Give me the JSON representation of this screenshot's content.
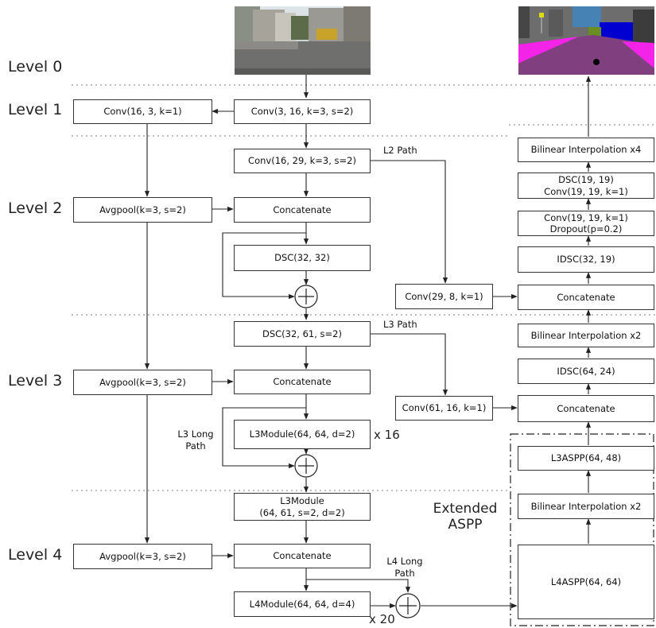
{
  "levels": [
    "Level 0",
    "Level 1",
    "Level 2",
    "Level 3",
    "Level 4"
  ],
  "boxes": {
    "conv_l1_left": "Conv(16, 3, k=1)",
    "conv_l1_main": "Conv(3, 16, k=3, s=2)",
    "conv_l2_main": "Conv(16, 29, k=3, s=2)",
    "avgpool_l2": "Avgpool(k=3, s=2)",
    "concat_l2": "Concatenate",
    "dsc_32_32": "DSC(32, 32)",
    "dsc_32_61": "DSC(32, 61, s=2)",
    "avgpool_l3": "Avgpool(k=3, s=2)",
    "concat_l3": "Concatenate",
    "l3module": "L3Module(64, 64, d=2)",
    "l3module_down_1": "L3Module",
    "l3module_down_2": "(64, 61, s=2, d=2)",
    "avgpool_l4": "Avgpool(k=3, s=2)",
    "concat_l4": "Concatenate",
    "l4module": "L4Module(64, 64, d=4)",
    "conv_29_8": "Conv(29, 8, k=1)",
    "conv_61_16": "Conv(61, 16, k=1)",
    "bilinear_x4": "Bilinear Interpolation x4",
    "dsc_conv_1": "DSC(19, 19)",
    "dsc_conv_2": "Conv(19, 19, k=1)",
    "conv_drop_1": "Conv(19, 19, k=1)",
    "conv_drop_2": "Dropout(p=0.2)",
    "idsc_32_19": "IDSC(32, 19)",
    "concat_dec_l2": "Concatenate",
    "bilinear_x2_a": "Bilinear Interpolation x2",
    "idsc_64_24": "IDSC(64, 24)",
    "concat_dec_l3": "Concatenate",
    "l3aspp": "L3ASPP(64, 48)",
    "bilinear_x2_b": "Bilinear Interpolation x2",
    "l4aspp": "L4ASPP(64, 64)"
  },
  "labels": {
    "l2_path": "L2 Path",
    "l3_path": "L3 Path",
    "l3_long_1": "L3 Long",
    "l3_long_2": "Path",
    "l4_long_1": "L4 Long",
    "l4_long_2": "Path",
    "extended_1": "Extended",
    "extended_2": "ASPP",
    "repeat_16": "x 16",
    "repeat_20": "x 20"
  },
  "colors": {
    "seg_sky": "#4682b4",
    "seg_road": "#80407f",
    "seg_sidewalk": "#f423e8",
    "seg_building": "#464646",
    "seg_vegetation": "#6b8e23",
    "seg_car": "#0000d0"
  }
}
